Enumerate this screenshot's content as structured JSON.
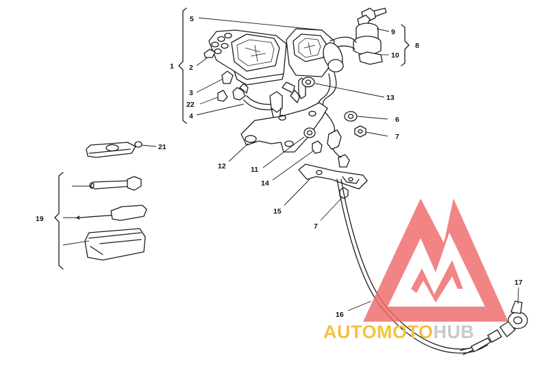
{
  "callouts": [
    {
      "n": "5"
    },
    {
      "n": "9"
    },
    {
      "n": "8"
    },
    {
      "n": "10"
    },
    {
      "n": "1"
    },
    {
      "n": "2"
    },
    {
      "n": "13"
    },
    {
      "n": "3"
    },
    {
      "n": "22"
    },
    {
      "n": "6"
    },
    {
      "n": "4"
    },
    {
      "n": "7"
    },
    {
      "n": "21"
    },
    {
      "n": "12"
    },
    {
      "n": "11"
    },
    {
      "n": "14"
    },
    {
      "n": "19"
    },
    {
      "n": "15"
    },
    {
      "n": "7"
    },
    {
      "n": "17"
    },
    {
      "n": "16"
    }
  ],
  "watermark": {
    "part1": "AUTO",
    "part2": "MOTO",
    "part3": "HUB",
    "color_red": "#ee6b6b",
    "color_yellow": "#f3c23e",
    "color_gray": "#c9c9c9"
  }
}
